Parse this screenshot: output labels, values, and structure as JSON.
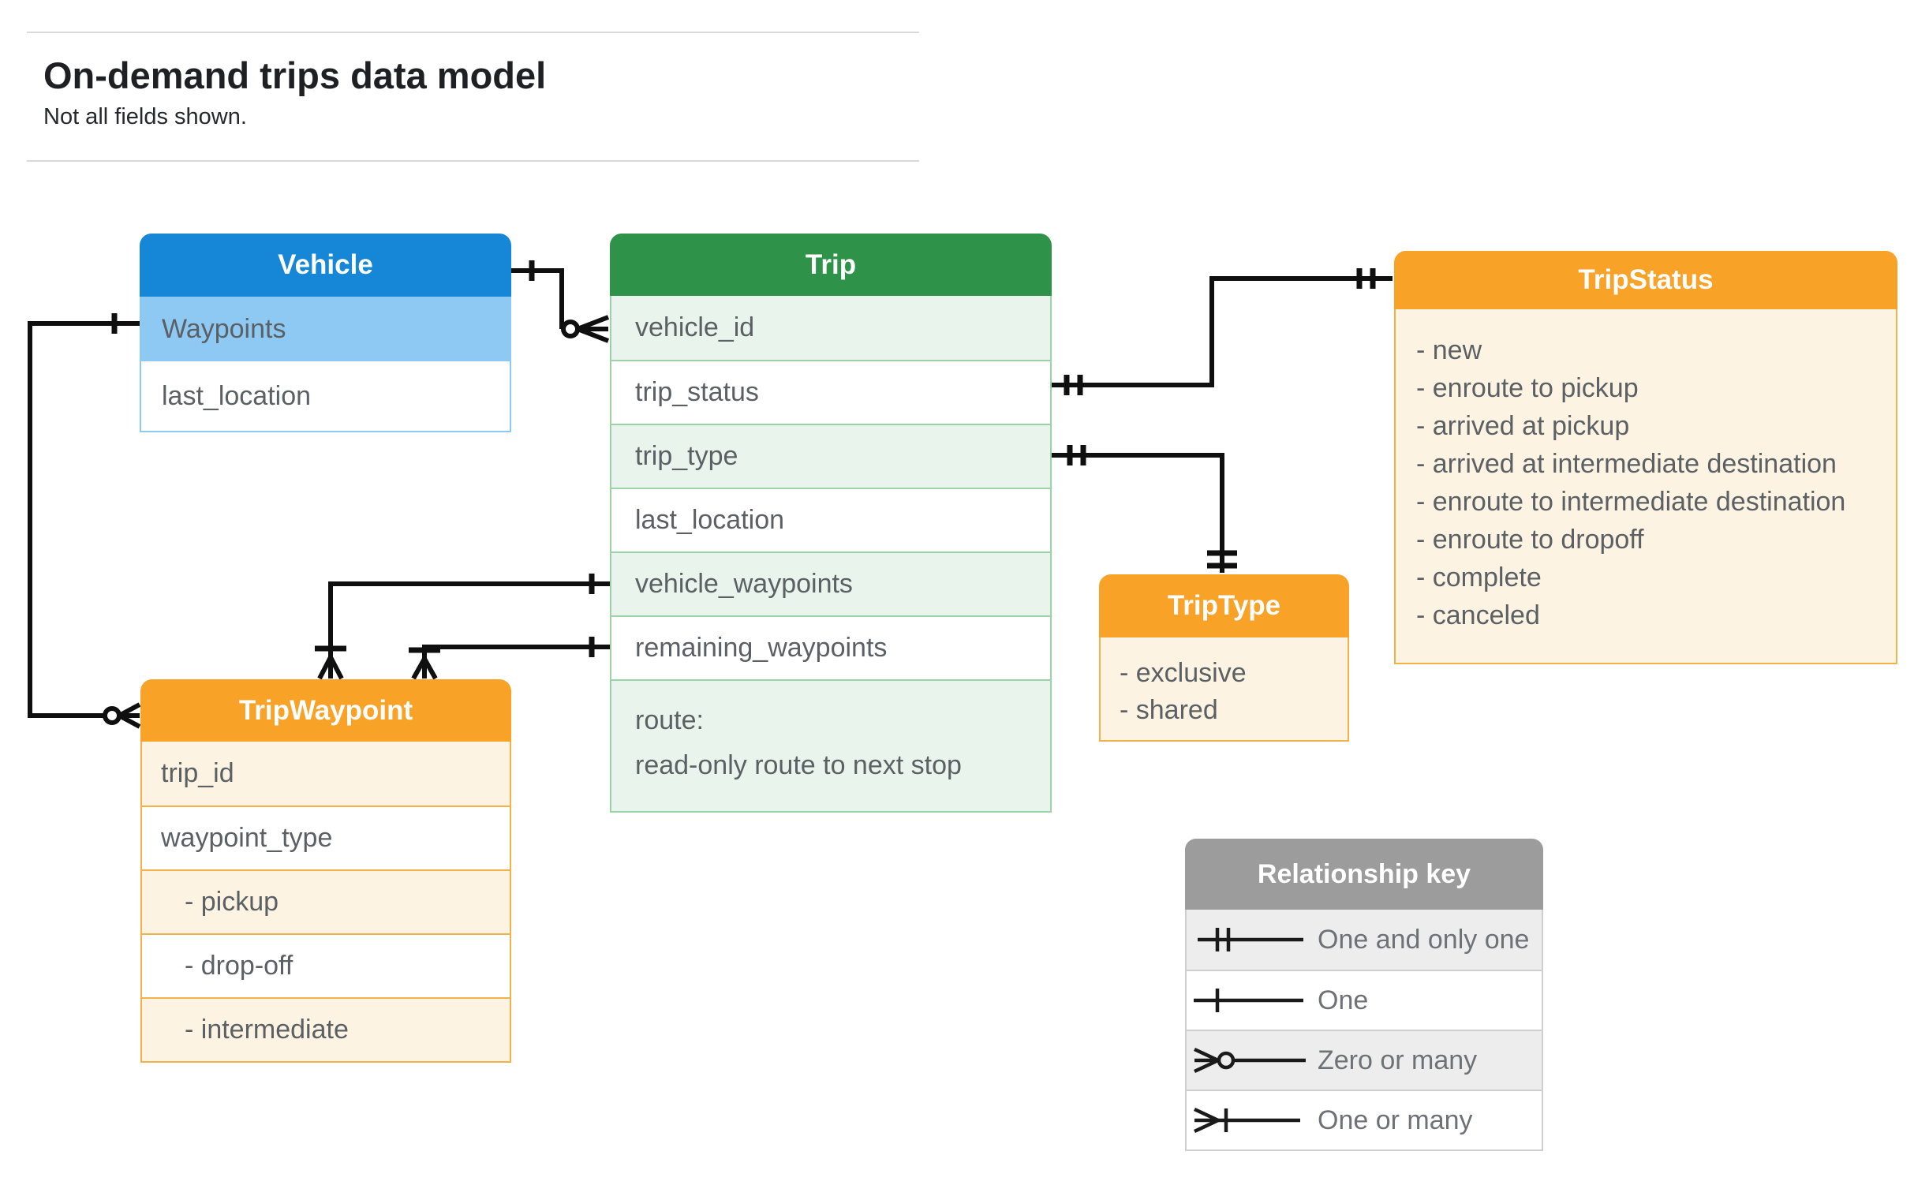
{
  "page": {
    "title": "On-demand trips data model",
    "subtitle": "Not all fields shown."
  },
  "entities": {
    "vehicle": {
      "title": "Vehicle",
      "fields": [
        "Waypoints",
        "last_location"
      ]
    },
    "trip": {
      "title": "Trip",
      "fields": [
        "vehicle_id",
        "trip_status",
        "trip_type",
        "last_location",
        "vehicle_waypoints",
        "remaining_waypoints"
      ],
      "route_field": {
        "line1": "route:",
        "line2": "read-only route to next stop"
      }
    },
    "trip_status": {
      "title": "TripStatus",
      "items": [
        "- new",
        "- enroute to pickup",
        "- arrived at pickup",
        "- arrived at intermediate destination",
        "- enroute to intermediate destination",
        "- enroute to dropoff",
        "- complete",
        "- canceled"
      ]
    },
    "trip_type": {
      "title": "TripType",
      "items": [
        "- exclusive",
        "- shared"
      ]
    },
    "trip_waypoint": {
      "title": "TripWaypoint",
      "fields": [
        "trip_id",
        "waypoint_type"
      ],
      "subitems": [
        "- pickup",
        "- drop-off",
        "- intermediate"
      ]
    }
  },
  "legend": {
    "title": "Relationship key",
    "rows": [
      {
        "symbol": "one-and-only-one",
        "label": "One and only one"
      },
      {
        "symbol": "one",
        "label": "One"
      },
      {
        "symbol": "zero-or-many",
        "label": "Zero or many"
      },
      {
        "symbol": "one-or-many",
        "label": "One or many"
      }
    ]
  },
  "colors": {
    "blue-header": "#1687d6",
    "blue-light": "#8ec9f3",
    "green-header": "#2e9349",
    "green-light": "#e9f4ec",
    "green-border": "#9bd3a7",
    "orange-header": "#f9a228",
    "orange-border": "#f4b049",
    "cream": "#fdf3e2",
    "gray-header": "#9c9c9c",
    "gray-light": "#ededed",
    "field-text": "#5b6064",
    "line-black": "#0f0f0f"
  }
}
